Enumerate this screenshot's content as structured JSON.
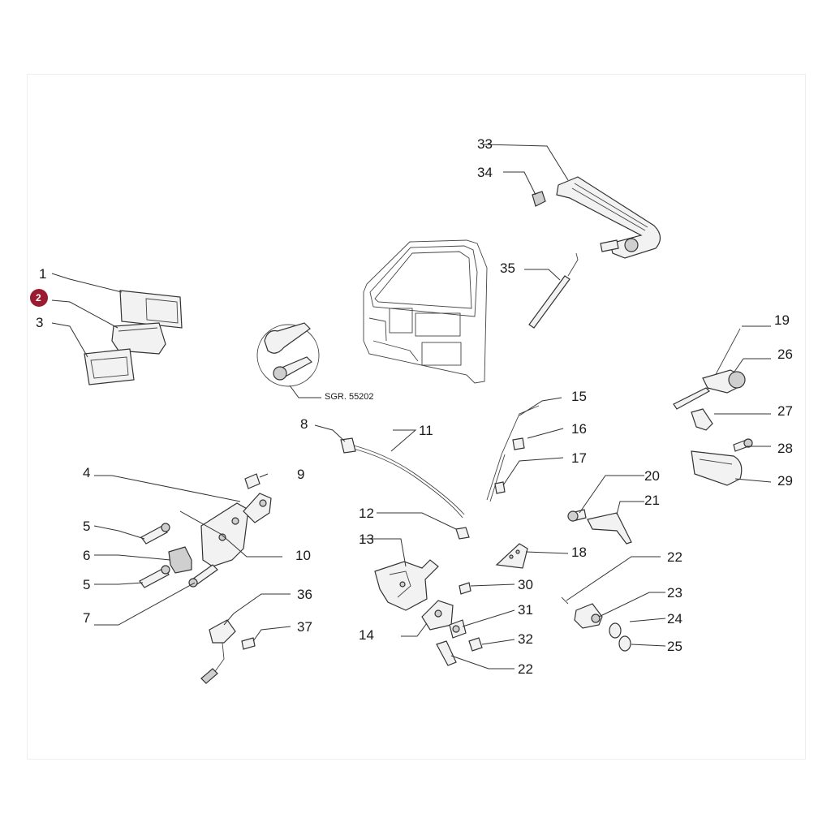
{
  "colors": {
    "badge": "#9b1b30",
    "line": "#333333"
  },
  "diagram": {
    "ref_note": "SGR. 55202",
    "highlighted": "2",
    "callouts": {
      "c1": "1",
      "c2": "2",
      "c3": "3",
      "c4": "4",
      "c5a": "5",
      "c5b": "5",
      "c6": "6",
      "c7": "7",
      "c8": "8",
      "c9": "9",
      "c10": "10",
      "c11": "11",
      "c12": "12",
      "c13": "13",
      "c14": "14",
      "c15": "15",
      "c16": "16",
      "c17": "17",
      "c18": "18",
      "c19": "19",
      "c20": "20",
      "c21": "21",
      "c22a": "22",
      "c22b": "22",
      "c23": "23",
      "c24": "24",
      "c25": "25",
      "c26": "26",
      "c27": "27",
      "c28": "28",
      "c29": "29",
      "c30": "30",
      "c31": "31",
      "c32": "32",
      "c33": "33",
      "c34": "34",
      "c35": "35",
      "c36": "36",
      "c37": "37"
    }
  }
}
